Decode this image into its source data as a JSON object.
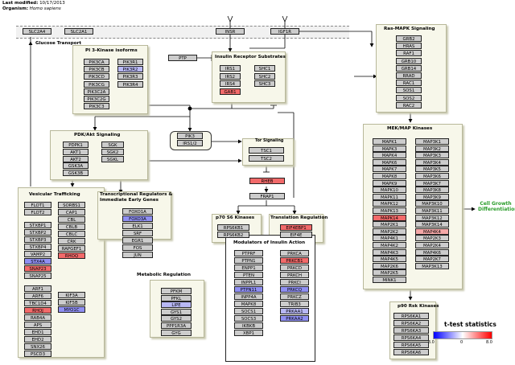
{
  "meta": {
    "last_modified_label": "Last modified:",
    "last_modified": "10/17/2013",
    "organism_label": "Organism:",
    "organism": "Homo sapiens"
  },
  "membrane_genes": [
    "SLC2A4",
    "SLC2A1",
    "INSR",
    "IGF1R"
  ],
  "labels": {
    "glucose_transport": "Glucose Transport",
    "pi3k": "PI 3-Kinase isoforms",
    "irs": "Insulin Receptor Substrates",
    "ras_mapk": "Ras-MAPK Signaling",
    "pdk": "PDK/Akt Signaling",
    "tor": "Tor Signaling",
    "mek": "MEK/MAP Kinases",
    "vesicular": "Vesicular Trafficking",
    "transcription": "Transcriptional Regulators & Immediate Early Genes",
    "p70": "p70 S6 Kinases",
    "translation": "Translation Regulation",
    "metabolic": "Metabolic Regulation",
    "modulators": "Modulators of Insulin Action",
    "p90": "p90 Rsk Kinases",
    "cell_growth": "Cell Growth Differentiation",
    "legend_title": "t-test statistics",
    "legend_min": "-8.0",
    "legend_mid": "0",
    "legend_max": "8.0"
  },
  "genes": {
    "ptp": "PTP",
    "pi3k_a": [
      "PIK3CA",
      "PIK3CB",
      "PIK3CD",
      "PIK3CG",
      "PIK3C2A",
      "PIK3C2G",
      "PIK3C3"
    ],
    "pi3k_b": [
      "PIK3R1",
      "PIK3R2",
      "PIK3R3",
      "PIK3R4"
    ],
    "irs_a": [
      "IRS1",
      "IRS2",
      "IRS4",
      "GAB1"
    ],
    "irs_b": [
      "SHC1",
      "SHC2",
      "SHC3"
    ],
    "ras": [
      "GRB2",
      "HRAS",
      "RAF1",
      "GRB10",
      "GRB14",
      "RRAD",
      "RAC1",
      "SOS1",
      "SOS2",
      "RAC2"
    ],
    "pdk_a": [
      "PDPK1",
      "AKT1",
      "AKT2",
      "GSK3A",
      "GSK3B"
    ],
    "pdk_b": [
      "SGK",
      "SGK2",
      "SGKL"
    ],
    "pik3": [
      "PIK3",
      "IRS1/2"
    ],
    "tor": [
      "TSC1",
      "TSC2"
    ],
    "rheb": "RHEB",
    "frap1": "FRAP1",
    "mek_a": [
      "MAPK1",
      "MAPK3",
      "MAPK4",
      "MAPK6",
      "MAPK7",
      "MAPK8",
      "MAPK9",
      "MAPK10",
      "MAPK11",
      "MAPK12",
      "MAPK13",
      "MAPK14",
      "MAP2K1",
      "MAP2K2",
      "MAP4K1",
      "MAP4K2",
      "MAP4K3",
      "MAP4K5",
      "MAP2K6",
      "MAP2K5",
      "MINK1"
    ],
    "mek_b": [
      "MAP3K1",
      "MAP3K2",
      "MAP3K3",
      "MAP3K4",
      "MAP3K5",
      "MAP3K6",
      "MAP3K7",
      "MAP3K8",
      "MAP3K9",
      "MAP3K10",
      "MAP3K11",
      "MAP3K12",
      "MAP3K14",
      "MAP4K4",
      "MAP2K3",
      "MAP2K4",
      "MAP4K6",
      "MAP2K7",
      "MAP3K13"
    ],
    "vesic_a": [
      "FLOT1",
      "FLOT2"
    ],
    "vesic_b": [
      "STXBP1",
      "STXBP2",
      "STXBP3",
      "STXBP4",
      "VAMP2",
      "STX4A",
      "SNAP23",
      "SNAP25"
    ],
    "vesic_c": [
      "SORBS1",
      "CAP1",
      "CBL",
      "CBLB",
      "CBLC",
      "CRK",
      "RAPGEF1",
      "RHOQ"
    ],
    "vesic_d": [
      "ARF1",
      "ARF6",
      "TBC1D4",
      "RHOJ",
      "RAB4A",
      "APS",
      "EHD1",
      "EHD2",
      "SNX26",
      "PSCD3"
    ],
    "vesic_e": [
      "KIF3A",
      "KIF5B",
      "MYO1C"
    ],
    "trans": [
      "FOXO1A",
      "FOXO3A",
      "ELK1",
      "SRF",
      "EGR1",
      "FOS",
      "JUN"
    ],
    "p70": [
      "RPS6KB1",
      "RPS6KB2"
    ],
    "transl": [
      "EIF4EBP1",
      "EIF4E"
    ],
    "metab": [
      "PFKM",
      "PFKL",
      "LIPE",
      "GYS1",
      "GYS2",
      "PPP1R3A",
      "GYG"
    ],
    "mod_a": [
      "PTPRF",
      "PTPN1",
      "ENPP1",
      "PTEN",
      "INPPL1",
      "PTPN11",
      "INPP4A",
      "MAPK8",
      "SOCS1",
      "SOCS3",
      "IKBKB",
      "XBP1"
    ],
    "mod_b": [
      "PRKCA",
      "PRKCB1",
      "PRKCD",
      "PRKCH",
      "PRKCI",
      "PRKCQ",
      "PRKCZ",
      "TRIB3",
      "PRKAA1",
      "PRKAA2"
    ],
    "p90": [
      "RPS6KA1",
      "RPS6KA2",
      "RPS6KA3",
      "RPS6KA4",
      "RPS6KA5",
      "RPS6KA6"
    ]
  },
  "colors": {
    "up": "#f26a6a",
    "up_light": "#f4a7a7",
    "down": "#8f8ff2",
    "down_light": "#b8b8f5",
    "neutral": "#cccccc",
    "legend_low": "#0000ff",
    "legend_high": "#ff0000",
    "growth_text": "#2a9d2a"
  }
}
